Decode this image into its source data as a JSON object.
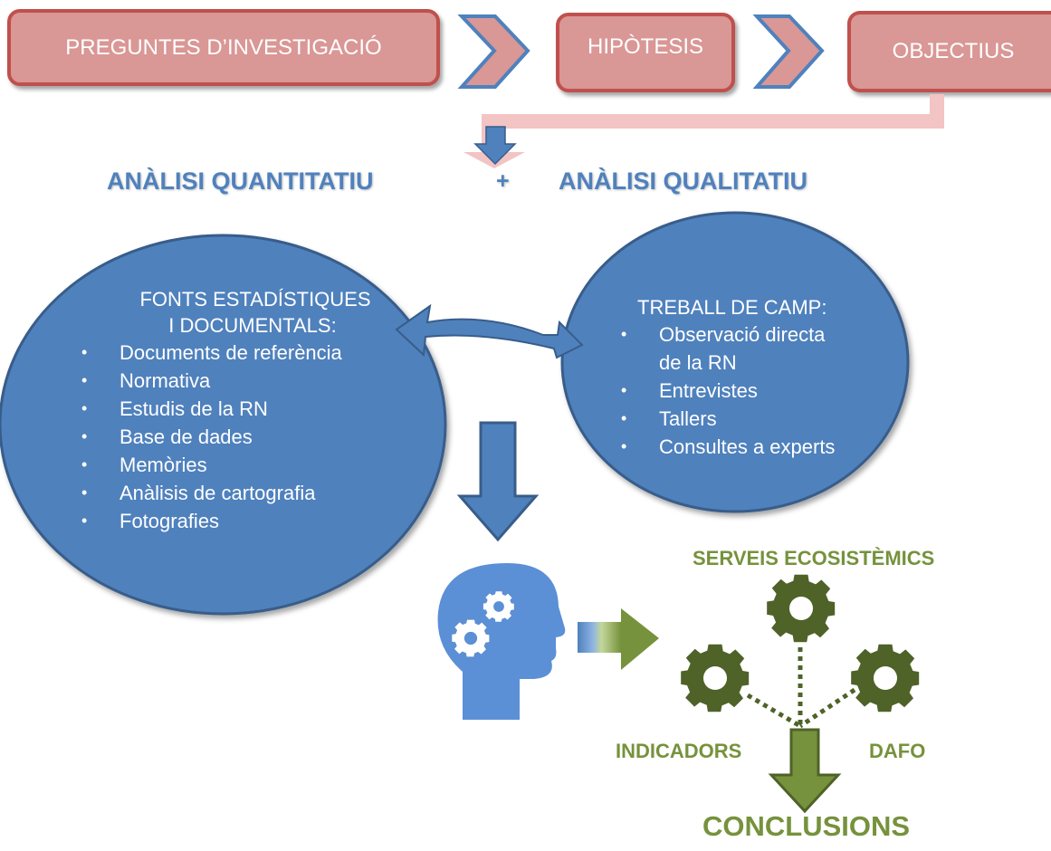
{
  "steps": [
    {
      "label": "PREGUNTES D’INVESTIGACIÓ"
    },
    {
      "label": "HIPÒTESIS"
    },
    {
      "label": "OBJECTIUS"
    }
  ],
  "analysis": {
    "quantitative": "ANÀLISI QUANTITATIU",
    "plus": "+",
    "qualitative": "ANÀLISI QUALITATIU"
  },
  "sources": {
    "title_line1": "FONTS ESTADÍSTIQUES",
    "title_line2": "I DOCUMENTALS:",
    "items": [
      "Documents de referència",
      "Normativa",
      "Estudis de la RN",
      "Base de dades",
      "Memòries",
      "Anàlisis de cartografia",
      "Fotografies"
    ]
  },
  "fieldwork": {
    "title": "TREBALL DE CAMP:",
    "items": [
      "Observació directa",
      "de la RN",
      "Entrevistes",
      "Tallers",
      "Consultes a experts"
    ]
  },
  "outputs": {
    "services": "SERVEIS ECOSISTÈMICS",
    "indicators": "INDICADORS",
    "dafo": "DAFO",
    "conclusions": "CONCLUSIONS"
  },
  "bullet_char": "•",
  "colors": {
    "pink_fill": "#d99795",
    "pink_border": "#c0504d",
    "blue": "#4f81bd",
    "blue_dark": "#385d8a",
    "green": "#76923c",
    "gear_green": "#4f6228"
  },
  "icons": [
    "chevron-right-icon",
    "head-gears-icon",
    "gear-icon",
    "down-arrow-icon"
  ]
}
